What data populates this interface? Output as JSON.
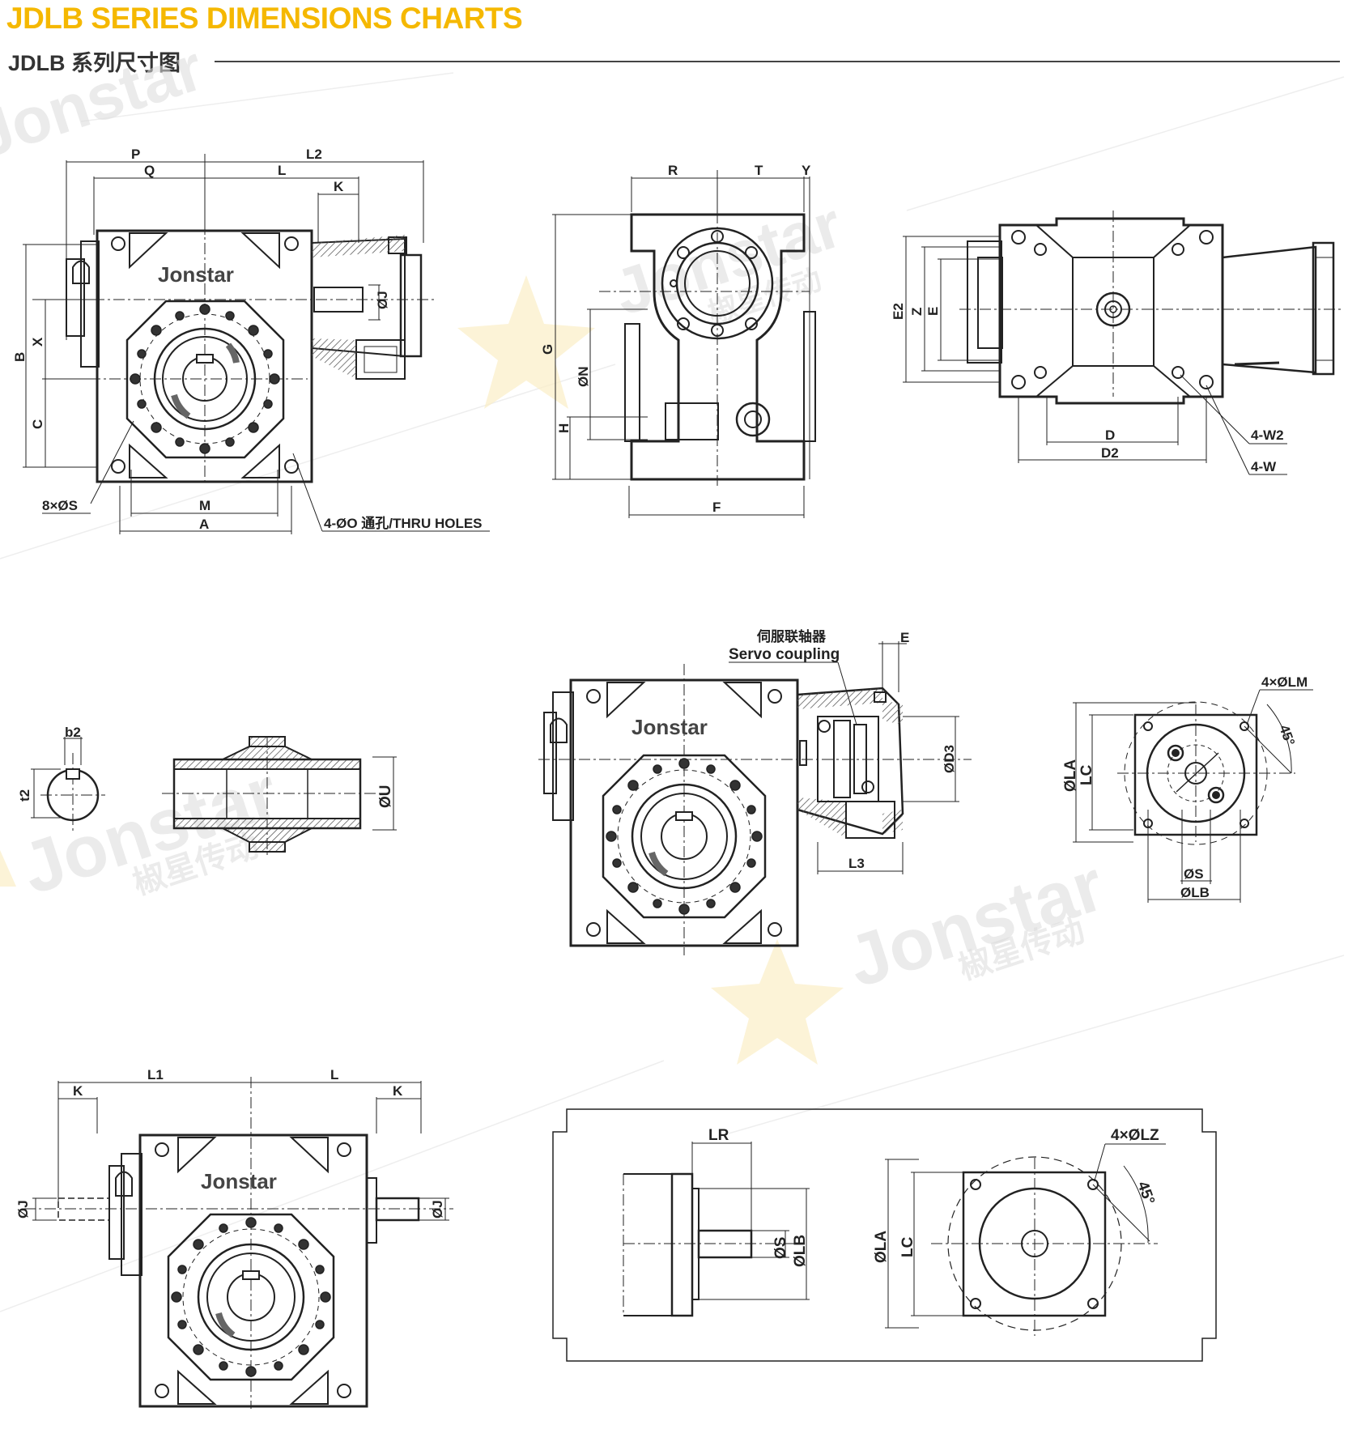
{
  "header": {
    "title": "JDLB SERIES DIMENSIONS CHARTS",
    "subtitle": "JDLB 系列尺寸图"
  },
  "colors": {
    "title": "#f5b800",
    "ink": "#222222",
    "watermark": "#dcdcdc",
    "watermark_star": "#fbeec6"
  },
  "watermark": {
    "brand": "Jonstar",
    "cn": "椒星传动"
  },
  "brand_logo": "Jonstar",
  "views": {
    "front": {
      "labels": [
        "P",
        "L2",
        "Q",
        "L",
        "K",
        "ØJ",
        "B",
        "X",
        "C",
        "M",
        "A"
      ],
      "note_s": "8×ØS",
      "note_o": "4-ØO 通孔/THRU HOLES"
    },
    "side": {
      "labels": [
        "R",
        "T",
        "Y",
        "G",
        "ØN",
        "H",
        "F"
      ]
    },
    "top": {
      "labels": [
        "E2",
        "Z",
        "E",
        "D",
        "D2"
      ],
      "note_w2": "4-W2",
      "note_w": "4-W"
    },
    "key": {
      "labels": [
        "b2",
        "t2",
        "ØU"
      ]
    },
    "servo": {
      "coupling_cn": "伺服联轴器",
      "coupling_en": "Servo coupling",
      "labels": [
        "E",
        "ØD3",
        "L3"
      ]
    },
    "flange_small": {
      "note": "4×ØLM",
      "angle": "45°",
      "labels": [
        "ØLA",
        "LC",
        "ØS",
        "ØLB"
      ]
    },
    "double_shaft": {
      "labels": [
        "L1",
        "L",
        "K",
        "K",
        "ØJ",
        "ØJ"
      ]
    },
    "motor": {
      "labels": [
        "LR",
        "ØS",
        "ØLB",
        "ØLA",
        "LC"
      ],
      "note": "4×ØLZ",
      "angle": "45°"
    }
  }
}
